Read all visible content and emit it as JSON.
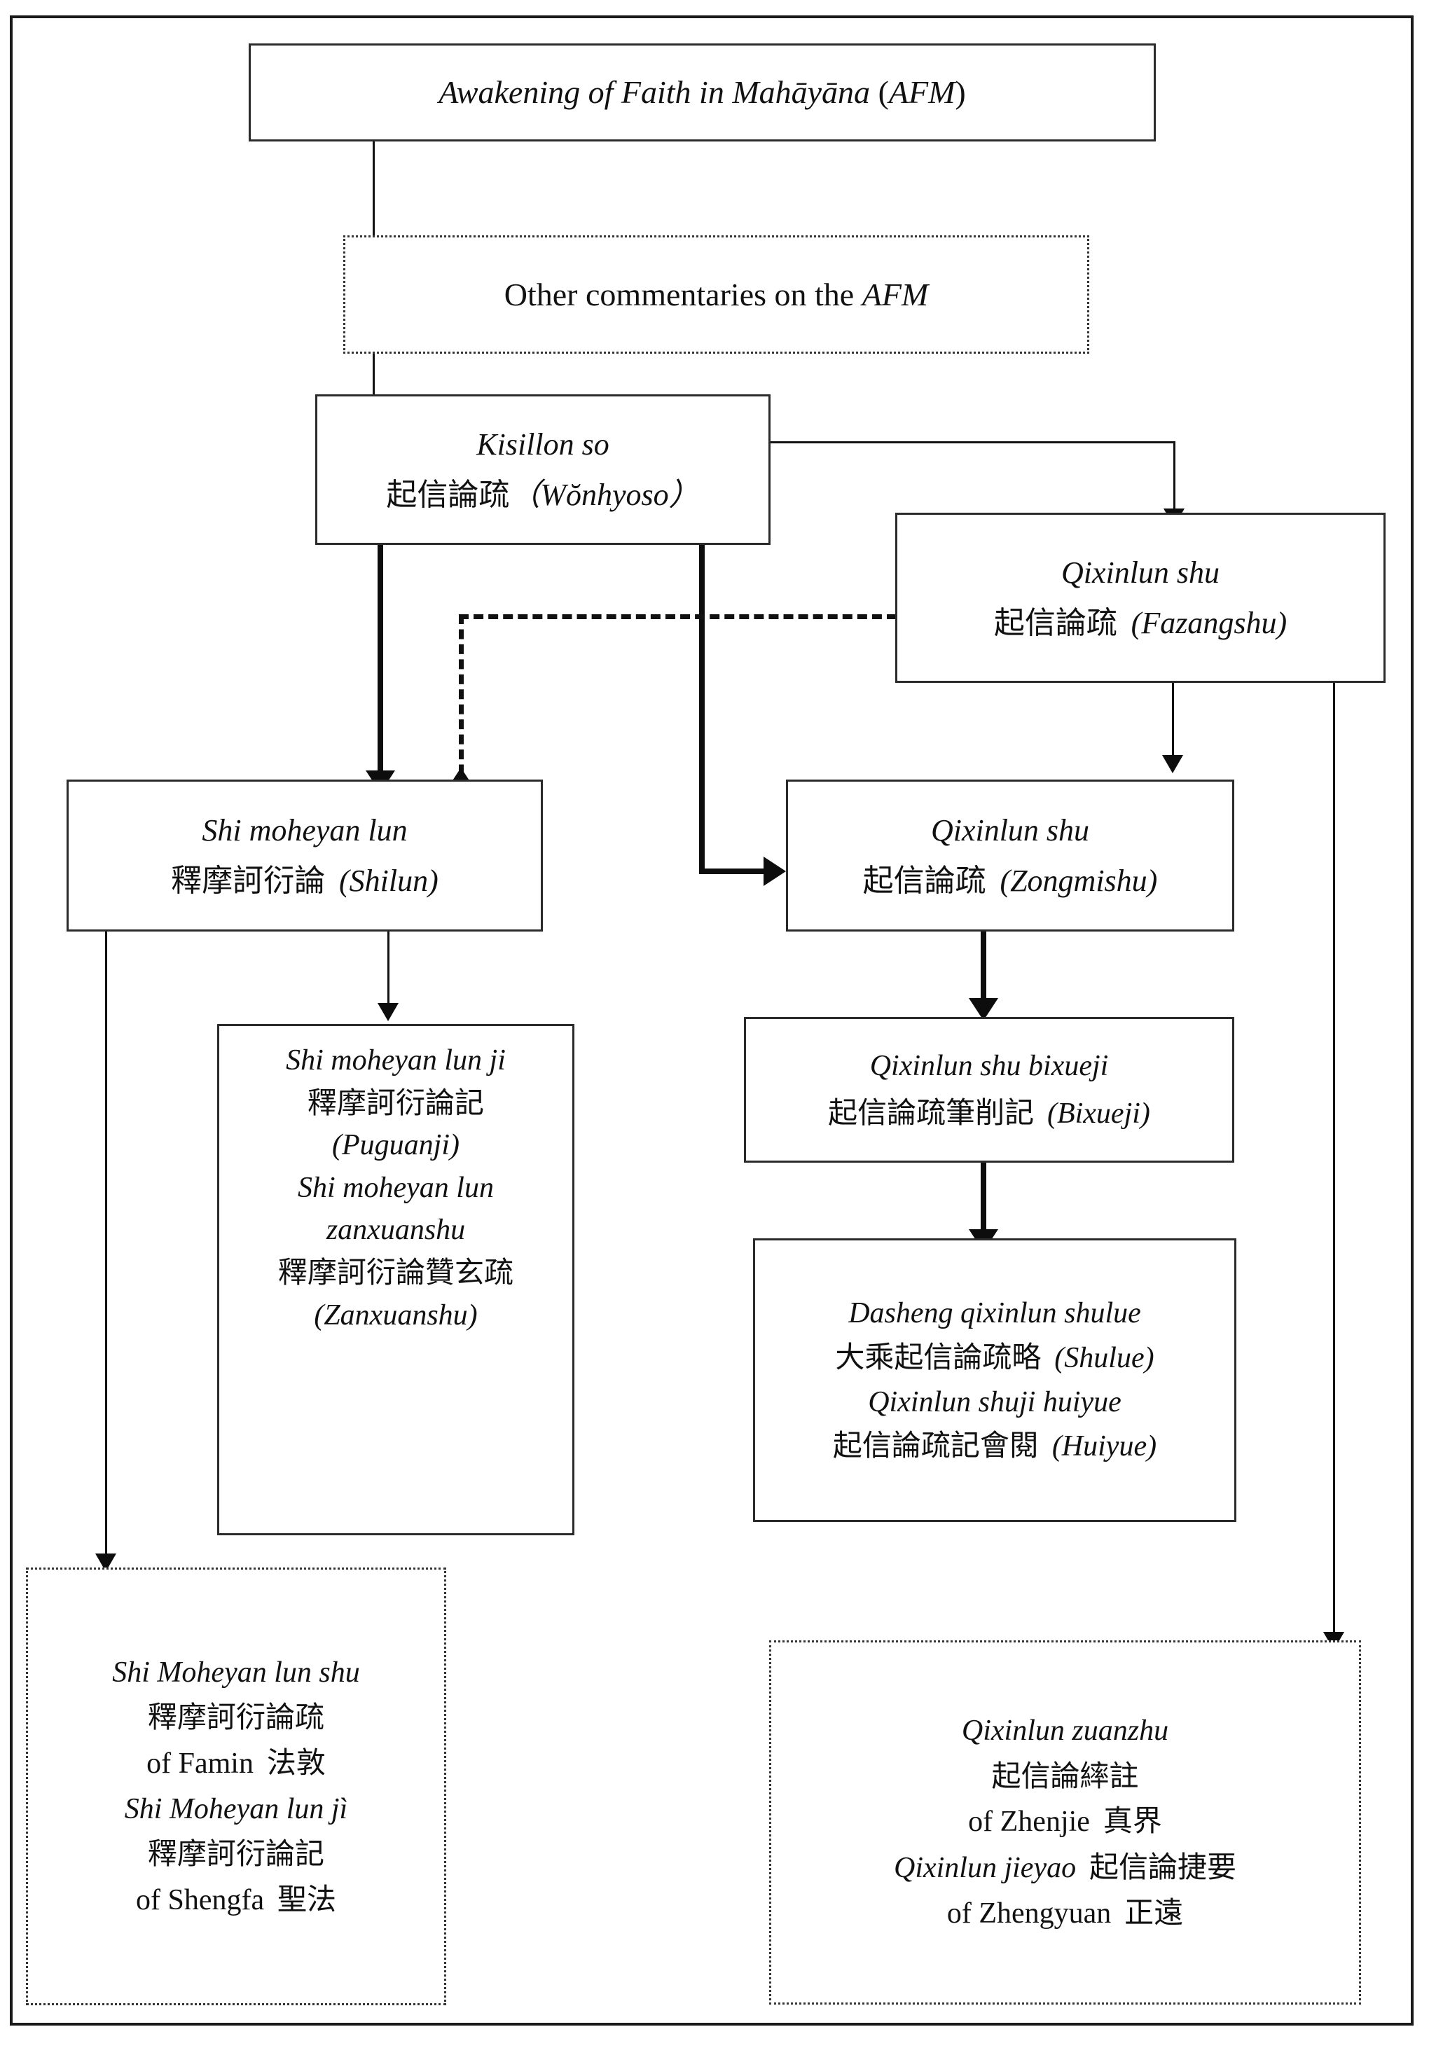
{
  "diagram": {
    "title": "Lineage of commentaries on the Awakening of Faith in Mahayana",
    "border_color": "#1a1a1a",
    "line_color": "#111111"
  },
  "nodes": {
    "afm": {
      "id": "afm",
      "border_style": "solid",
      "lines": [
        {
          "it": "Awakening of Faith in Mahāyāna ",
          "rm": "(",
          "it2": "AFM",
          "rm2": ")"
        }
      ],
      "text_plain": "Awakening of Faith in Mahāyāna (AFM)"
    },
    "other_commentaries": {
      "id": "other-commentaries",
      "border_style": "dotted",
      "rm": "Other commentaries on the ",
      "it": "AFM",
      "text_plain": "Other commentaries on the AFM"
    },
    "kisillon_so": {
      "id": "kisillon-so",
      "border_style": "solid",
      "line1_it": "Kisillon so",
      "line2_han": "起信論疏",
      "line2_paren": "（Wŏnhyoso）",
      "text_plain": "Kisillon so 起信論疏（Wŏnhyoso）"
    },
    "fazangshu": {
      "id": "fazangshu",
      "border_style": "solid",
      "line1_it": "Qixinlun shu",
      "line2_han": "起信論疏",
      "line2_paren": "(Fazangshu)",
      "text_plain": "Qixinlun shu 起信論疏 (Fazangshu)"
    },
    "shi_moheyan_lun": {
      "id": "shi-moheyan-lun",
      "border_style": "solid",
      "line1_it": "Shi moheyan lun",
      "line2_han": "釋摩訶衍論",
      "line2_paren": "(Shilun)",
      "text_plain": "Shi moheyan lun 釋摩訶衍論 (Shilun)"
    },
    "zongmishu": {
      "id": "zongmishu",
      "border_style": "solid",
      "line1_it": "Qixinlun shu",
      "line2_han": "起信論疏",
      "line2_paren": "(Zongmishu)",
      "text_plain": "Qixinlun shu 起信論疏 (Zongmishu)"
    },
    "puguanji_zanxuanshu": {
      "id": "puguanji-zanxuanshu",
      "border_style": "solid",
      "l1": "Shi moheyan lun ji",
      "l2": "釋摩訶衍論記",
      "l3": "(Puguanji)",
      "l4": "Shi moheyan lun",
      "l5": "zanxuanshu",
      "l6": "釋摩訶衍論贊玄疏",
      "l7": "(Zanxuanshu)"
    },
    "bixueji": {
      "id": "bixueji",
      "border_style": "solid",
      "line1_it": "Qixinlun shu bixueji",
      "line2_han": "起信論疏筆削記",
      "line2_paren": "(Bixueji)",
      "text_plain": "Qixinlun shu bixueji 起信論疏筆削記 (Bixueji)"
    },
    "shulue_huiyue": {
      "id": "shulue-huiyue",
      "border_style": "solid",
      "l1": "Dasheng qixinlun shulue",
      "l2_han": "大乘起信論疏略",
      "l2_paren": "(Shulue)",
      "l3": "Qixinlun shuji huiyue",
      "l4_han": "起信論疏記會閱",
      "l4_paren": "(Huiyue)"
    },
    "famin_shengfa": {
      "id": "famin-shengfa",
      "border_style": "dotted",
      "l1": "Shi Moheyan lun shu",
      "l2": "釋摩訶衍論疏",
      "l3_rm": "of Famin",
      "l3_han": "法敦",
      "l4": "Shi Moheyan lun jì",
      "l5": "釋摩訶衍論記",
      "l6_rm": "of Shengfa",
      "l6_han": "聖法"
    },
    "zhenjie_zhengyuan": {
      "id": "zhenjie-zhengyuan",
      "border_style": "dotted",
      "l1": "Qixinlun zuanzhu",
      "l2": "起信論繂註",
      "l3_rm": "of Zhenjie",
      "l3_han": "真界",
      "l4_it": "Qixinlun jieyao",
      "l4_han": "起信論捷要",
      "l5_rm": "of Zhengyuan",
      "l5_han": "正遠"
    }
  },
  "connectors": [
    {
      "id": "afm-to-other",
      "from": "afm",
      "to": "other_commentaries",
      "style": "thin-solid",
      "arrow": "none"
    },
    {
      "id": "other-to-kisillon",
      "from": "other_commentaries",
      "to": "kisillon_so",
      "style": "thin-solid",
      "arrow": "none"
    },
    {
      "id": "kisillon-to-fazangshu",
      "from": "kisillon_so",
      "to": "fazangshu",
      "style": "thin-solid",
      "arrow": "down"
    },
    {
      "id": "kisillon-to-shimoheyanlun",
      "from": "kisillon_so",
      "to": "shi_moheyan_lun",
      "style": "thick-solid",
      "arrow": "down"
    },
    {
      "id": "kisillon-to-zongmishu",
      "from": "kisillon_so",
      "to": "zongmishu",
      "style": "thick-solid",
      "arrow": "right"
    },
    {
      "id": "fazangshu-to-shimoheyanlun-dashed",
      "from": "fazangshu",
      "to": "shi_moheyan_lun",
      "style": "dashed",
      "arrow": "up"
    },
    {
      "id": "fazangshu-to-zongmishu",
      "from": "fazangshu",
      "to": "zongmishu",
      "style": "thin-solid",
      "arrow": "down"
    },
    {
      "id": "fazangshu-to-zhenjie",
      "from": "fazangshu",
      "to": "zhenjie_zhengyuan",
      "style": "thin-solid",
      "arrow": "down"
    },
    {
      "id": "shimoheyanlun-to-puguanji",
      "from": "shi_moheyan_lun",
      "to": "puguanji_zanxuanshu",
      "style": "thin-solid",
      "arrow": "down"
    },
    {
      "id": "shimoheyanlun-to-famin",
      "from": "shi_moheyan_lun",
      "to": "famin_shengfa",
      "style": "thin-solid",
      "arrow": "down"
    },
    {
      "id": "zongmishu-to-bixueji",
      "from": "zongmishu",
      "to": "bixueji",
      "style": "thick-solid",
      "arrow": "down"
    },
    {
      "id": "bixueji-to-shulue",
      "from": "bixueji",
      "to": "shulue_huiyue",
      "style": "thick-solid",
      "arrow": "down"
    }
  ]
}
